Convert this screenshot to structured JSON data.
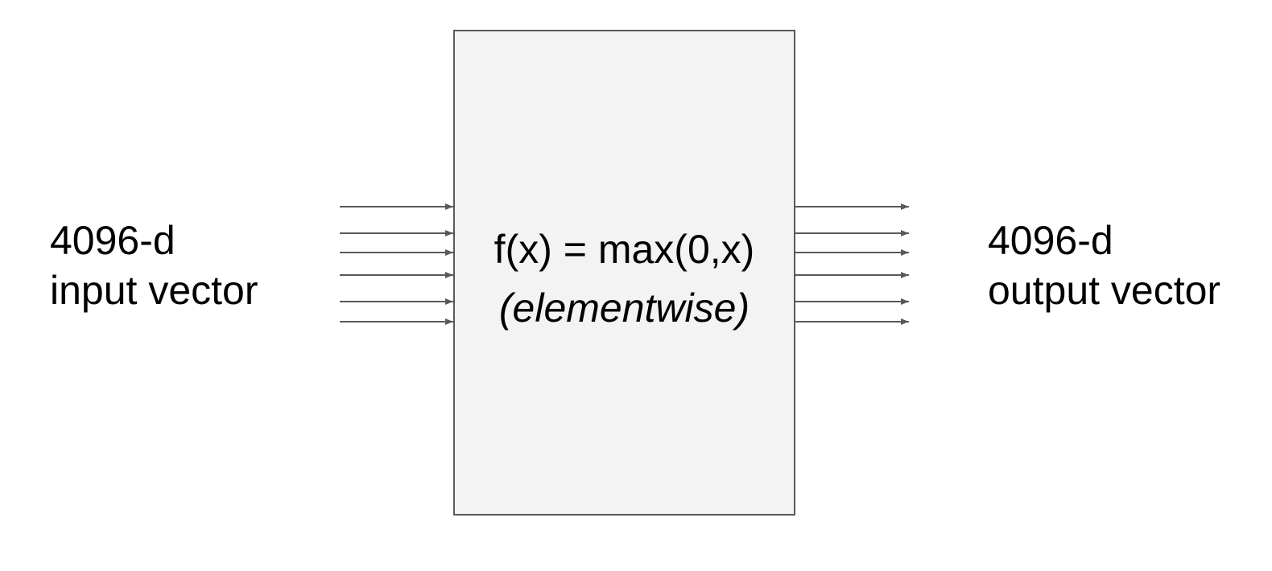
{
  "input": {
    "line1": "4096-d",
    "line2": "input vector"
  },
  "output": {
    "line1": "4096-d",
    "line2": "output vector"
  },
  "function_box": {
    "formula": "f(x) = max(0,x)",
    "note": "(elementwise)"
  },
  "colors": {
    "box_fill": "#f3f3f3",
    "box_border": "#595959",
    "arrow": "#595959"
  }
}
